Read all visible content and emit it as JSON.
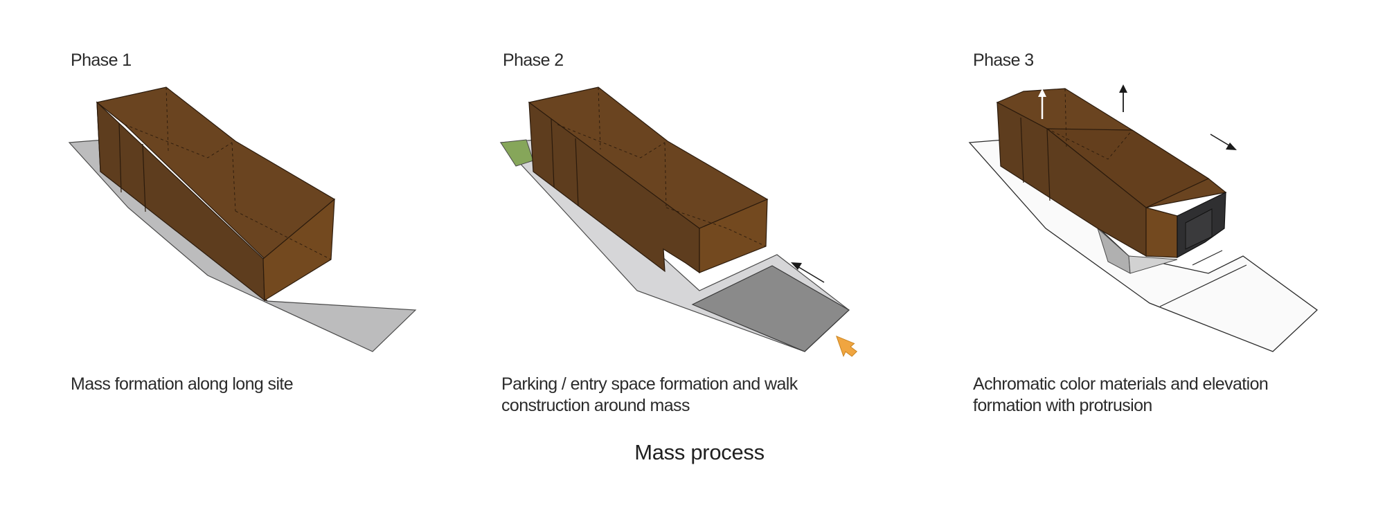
{
  "diagram": {
    "title": "Mass process",
    "phases": [
      {
        "title": "Phase 1",
        "caption_lines": [
          "Mass formation along long site"
        ]
      },
      {
        "title": "Phase 2",
        "caption_lines": [
          "Parking / entry space formation and walk",
          "construction around mass"
        ]
      },
      {
        "title": "Phase 3",
        "caption_lines": [
          "Achromatic color materials and elevation",
          "formation with protrusion"
        ]
      }
    ]
  },
  "colors": {
    "mass_front": "#5e3d1e",
    "mass_top": "#6a4420",
    "mass_end": "#73491f",
    "site_gray": "#bcbcbd",
    "walk_light": "#d6d6d8",
    "parking_dark": "#8a8a8a",
    "green_space": "#86a65a",
    "entry_arrow": "#f0a540",
    "dark_glass": "#2f2f31"
  }
}
